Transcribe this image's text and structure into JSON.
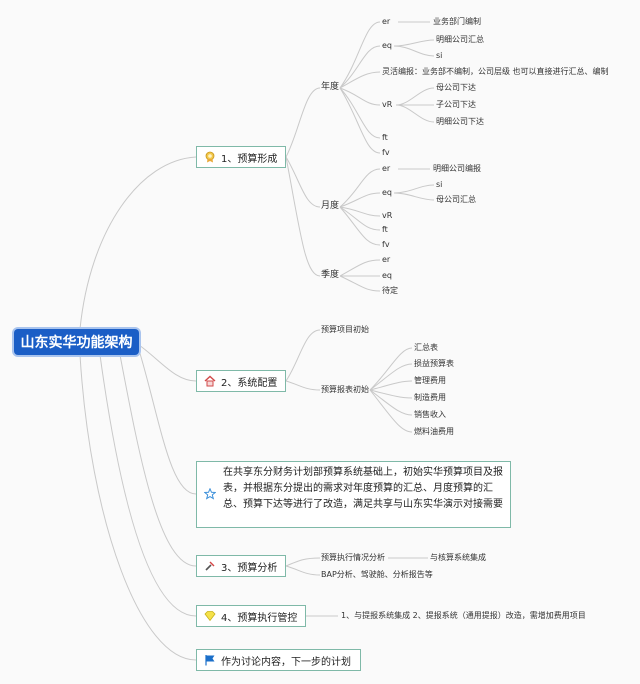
{
  "root": {
    "label": "山东实华功能架构"
  },
  "branches": {
    "b1": {
      "label": "1、预算形成",
      "icon": "award-badge-icon"
    },
    "b2": {
      "label": "2、系统配置",
      "icon": "home-icon"
    },
    "note": {
      "text": "在共享东分财务计划部预算系统基础上，初始实华预算项目及报表，并根据东分提出的需求对年度预算的汇总、月度预算的汇总、预算下达等进行了改造，满足共享与山东实华演示对接需要",
      "icon": "star-icon"
    },
    "b3": {
      "label": "3、预算分析",
      "icon": "hammer-icon"
    },
    "b4": {
      "label": "4、预算执行管控",
      "icon": "diamond-icon"
    },
    "b5": {
      "label": "作为讨论内容，下一步的计划",
      "icon": "flag-icon"
    }
  },
  "annual": {
    "label": "年度",
    "er": "er",
    "er_child": "业务部门编制",
    "eq": "eq",
    "eq_children": [
      "明细公司汇总",
      "si"
    ],
    "flex": "灵活编报：业务部不编制，公司层级 也可以直接进行汇总、编制",
    "vr": "vR",
    "vr_children": [
      "母公司下达",
      "子公司下达",
      "明细公司下达"
    ],
    "ft": "ft",
    "fv": "fv"
  },
  "monthly": {
    "label": "月度",
    "er": "er",
    "er_child": "明细公司编报",
    "eq": "eq",
    "eq_children": [
      "si",
      "母公司汇总"
    ],
    "vr": "vR",
    "ft": "ft",
    "fv": "fv"
  },
  "quarter": {
    "label": "季度",
    "items": [
      "er",
      "eq",
      "待定"
    ]
  },
  "config": {
    "init_items": "预算项目初始",
    "init_reports": "预算报表初始",
    "reports": [
      "汇总表",
      "损益预算表",
      "管理费用",
      "制造费用",
      "销售收入",
      "燃料油费用"
    ]
  },
  "analysis": {
    "exec": "预算执行情况分析",
    "exec_child": "与核算系统集成",
    "bap": "BAP分析、驾驶舱、分析报告等"
  },
  "control": {
    "text": "1、与提报系统集成 2、提报系统（通用提报）改造，需增加费用项目"
  },
  "colors": {
    "root": "#1b5ec6",
    "branch_border": "#7fb9a8",
    "line": "#c8c8c8"
  }
}
